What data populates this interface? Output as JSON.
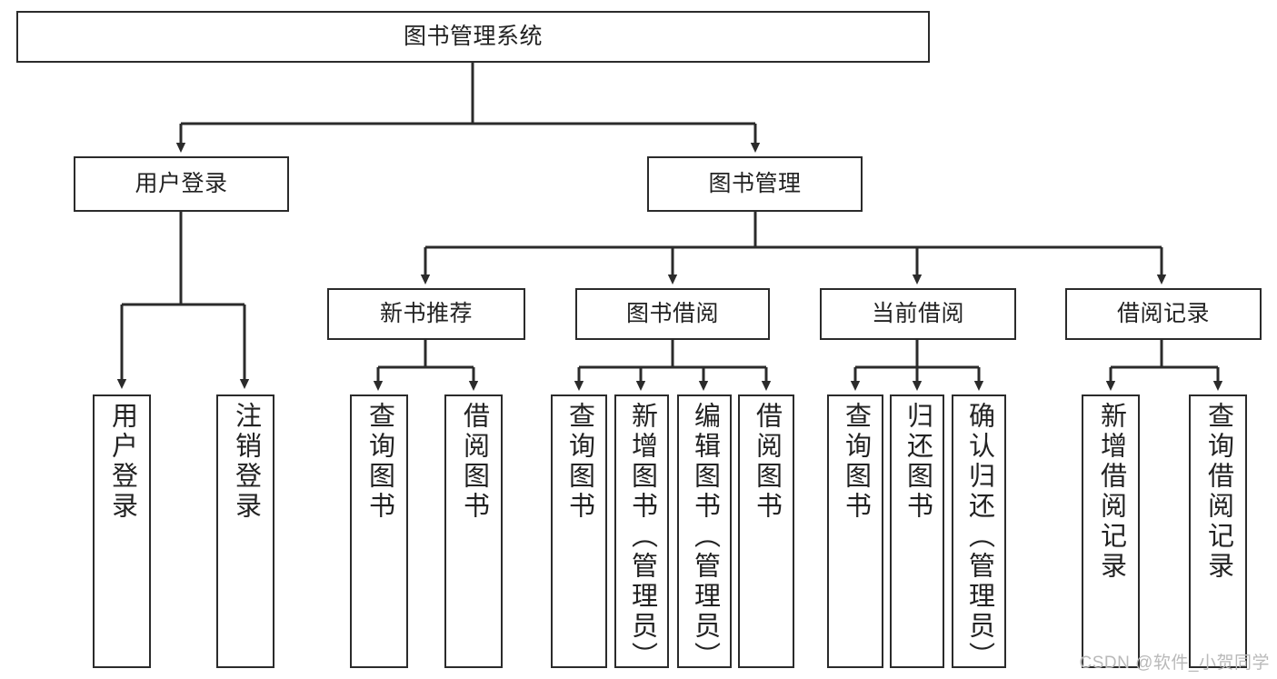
{
  "diagram": {
    "title": "图书管理系统",
    "type": "hierarchy-tree",
    "root": {
      "label": "图书管理系统"
    },
    "level1": [
      {
        "label": "用户登录"
      },
      {
        "label": "图书管理"
      }
    ],
    "level2": [
      {
        "label": "新书推荐"
      },
      {
        "label": "图书借阅"
      },
      {
        "label": "当前借阅"
      },
      {
        "label": "借阅记录"
      }
    ],
    "leaves": {
      "user_login": [
        {
          "label": "用户登录"
        },
        {
          "label": "注销登录"
        }
      ],
      "new_book_recommend": [
        {
          "label": "查询图书"
        },
        {
          "label": "借阅图书"
        }
      ],
      "book_borrow": [
        {
          "label": "查询图书"
        },
        {
          "label": "新增图书（管理员）"
        },
        {
          "label": "编辑图书（管理员）"
        },
        {
          "label": "借阅图书"
        }
      ],
      "current_borrow": [
        {
          "label": "查询图书"
        },
        {
          "label": "归还图书"
        },
        {
          "label": "确认归还（管理员）"
        }
      ],
      "borrow_record": [
        {
          "label": "新增借阅记录"
        },
        {
          "label": "查询借阅记录"
        }
      ]
    }
  },
  "watermark": {
    "text": "CSDN @软件_小贺同学"
  },
  "colors": {
    "border": "#2b2b2b",
    "text": "#222222",
    "background": "#ffffff",
    "watermark": "#b9b9b9"
  }
}
